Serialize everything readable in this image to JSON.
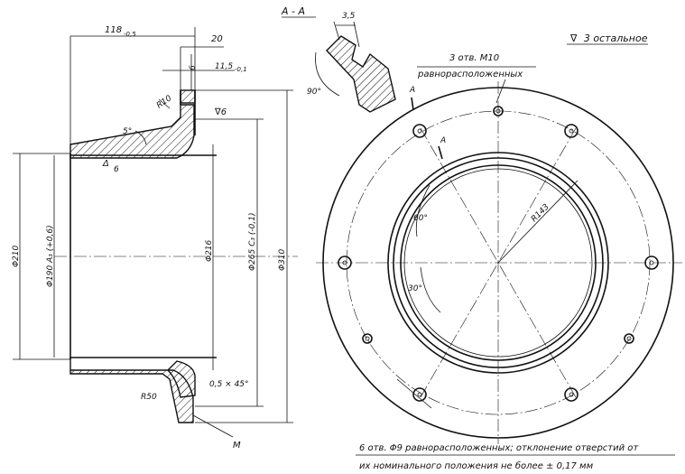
{
  "section": {
    "label": "А - А"
  },
  "surface_finish": {
    "symbol": "∇",
    "text": "3 остальное",
    "local": "∇6"
  },
  "dims": {
    "len_118": "118",
    "len_118_tol": "-0,5",
    "len_20": "20",
    "len_11_5": "11,5",
    "len_11_5_tol": "-0,1",
    "flat_6": "6",
    "r10": "R10",
    "angle_5": "5°",
    "fin_6": "6",
    "d210": "Φ210",
    "d190": "Φ190 A₃ (+0,6)",
    "d216": "Φ216",
    "d265": "Φ265 C₃ (-0,1)",
    "d310": "Φ310",
    "chamfer": "0,5 × 45°",
    "r50": "R50",
    "m": "M",
    "det_3_5": "3,5",
    "det_90": "90°",
    "det_a": "А",
    "r143": "R143",
    "ang_60": "60°",
    "ang_30": "30°"
  },
  "notes": {
    "holes_m10_line1": "3 отв. М10",
    "holes_m10_line2": "равнорасположенных",
    "holes_d9_line1": "6 отв. Φ9 равнорасположенных; отклонение отверстий от",
    "holes_d9_line2": "их номинального положения не более ± 0,17 мм"
  }
}
